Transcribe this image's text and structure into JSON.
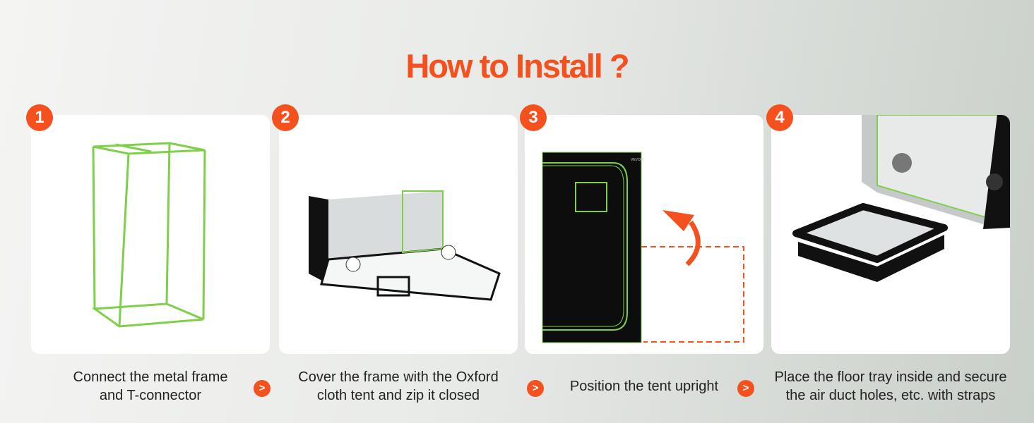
{
  "title": "How to Install ?",
  "accent_color": "#f4511e",
  "steps": [
    {
      "number": "1",
      "caption_line1": "Connect the metal frame",
      "caption_line2": "and T-connector"
    },
    {
      "number": "2",
      "caption_line1": "Cover the frame with the Oxford",
      "caption_line2": "cloth tent and zip it closed"
    },
    {
      "number": "3",
      "caption_line1": "Position the tent upright",
      "caption_line2": ""
    },
    {
      "number": "4",
      "caption_line1": "Place the floor tray inside and secure",
      "caption_line2": "the air duct holes, etc. with straps"
    }
  ],
  "separator_glyph": ">",
  "tent_brand": "VEVOR"
}
